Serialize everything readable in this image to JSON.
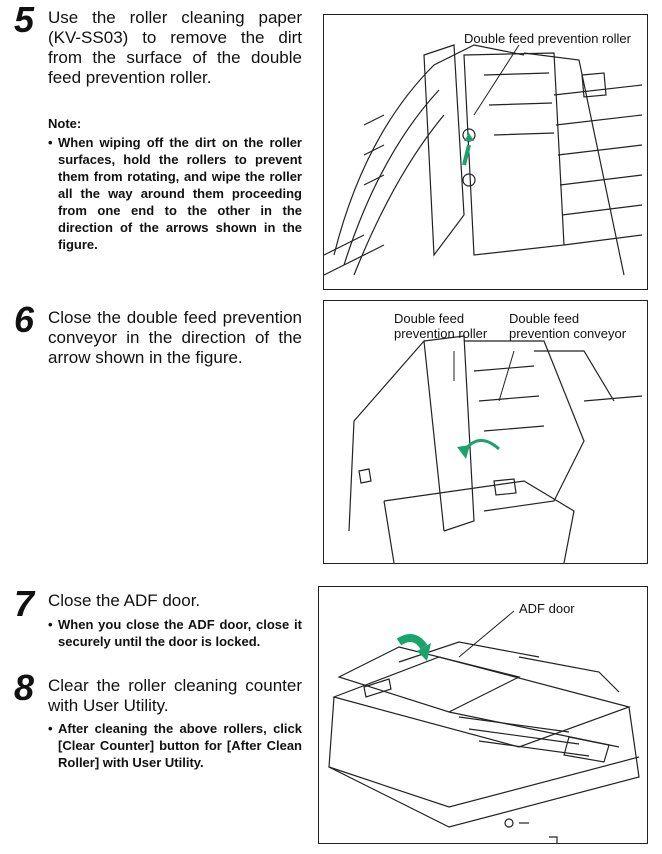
{
  "steps": [
    {
      "number": "5",
      "text": "Use the roller cleaning paper (KV-SS03) to remove the dirt from the surface of the double feed prevention roller.",
      "note_label": "Note:",
      "bullets": [
        "When wiping off the dirt on the roller surfaces, hold the rollers to prevent them from rotating, and wipe the roller all the way around them proceeding from one end to the other in the direction of the arrows shown in the figure."
      ]
    },
    {
      "number": "6",
      "text": "Close the double feed prevention conveyor in the direction of the arrow shown in the figure."
    },
    {
      "number": "7",
      "text": "Close the ADF door.",
      "bullets": [
        "When you close the ADF door, close it securely until the door is locked."
      ]
    },
    {
      "number": "8",
      "text": "Clear the roller cleaning counter with User Utility.",
      "bullets": [
        "After cleaning the above rollers, click [Clear Counter] button for [After Clean Roller] with User Utility."
      ]
    }
  ],
  "figures": {
    "fig1": {
      "callout": "Double feed prevention roller"
    },
    "fig2": {
      "callout_a_line1": "Double feed",
      "callout_a_line2": "prevention roller",
      "callout_b_line1": "Double feed",
      "callout_b_line2": "prevention conveyor"
    },
    "fig3": {
      "callout": "ADF door"
    }
  },
  "bullet_char": "•",
  "colors": {
    "arrow": "#1aa36b",
    "line": "#222222"
  }
}
